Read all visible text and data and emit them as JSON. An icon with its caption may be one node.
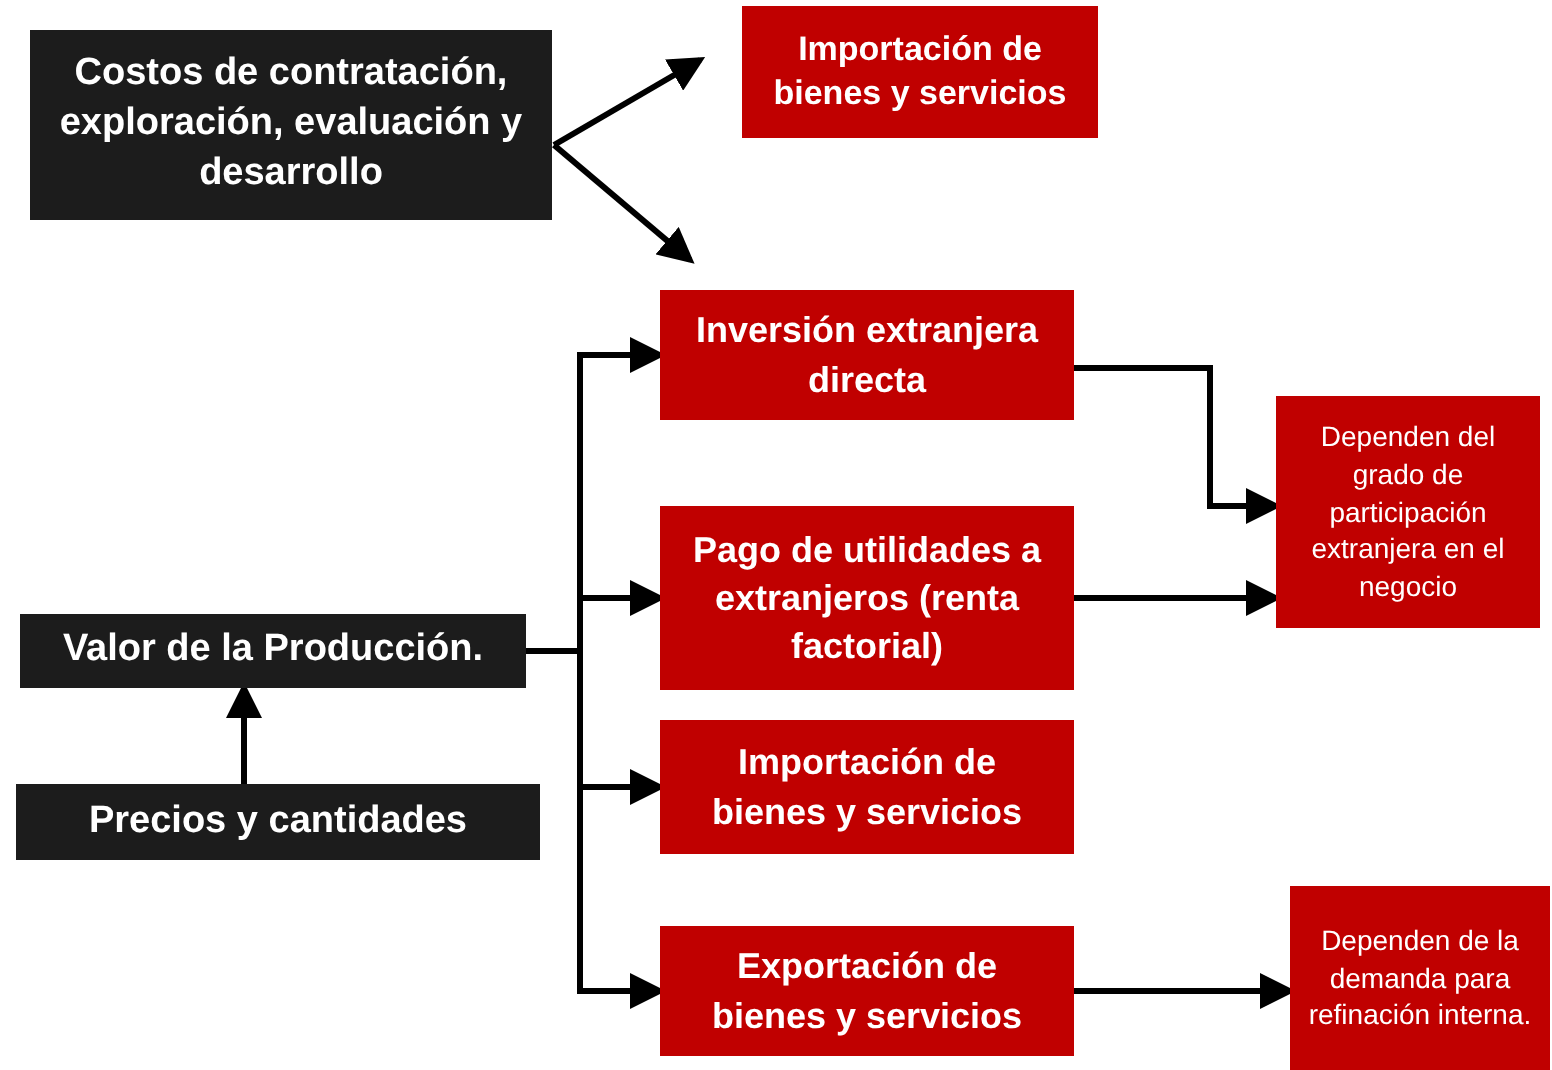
{
  "diagram": {
    "nodes": [
      {
        "text": [
          "Costos de contratación, exploración, evaluación y desarrollo"
        ]
      },
      {
        "text": [
          "Importación de bienes y servicios"
        ]
      },
      {
        "text": [
          "Inversión extranjera directa"
        ]
      },
      {
        "text": [
          "Pago de utilidades a extranjeros (renta factorial)"
        ]
      },
      {
        "text": [
          "Importación de bienes y servicios"
        ]
      },
      {
        "text": [
          "Exportación de bienes y servicios"
        ]
      },
      {
        "text": [
          "Dependen del grado de participación extranjera en el negocio"
        ]
      },
      {
        "text": [
          "Dependen de la demanda para refinación interna."
        ]
      },
      {
        "text": [
          "Valor de la Producción."
        ]
      },
      {
        "text": [
          "Precios y cantidades"
        ]
      }
    ],
    "edges": [
      {
        "from": 0,
        "to": 1,
        "arrow": "to"
      },
      {
        "from": 0,
        "to": 2,
        "arrow": "to"
      },
      {
        "from": 8,
        "to": 2,
        "arrow": "to"
      },
      {
        "from": 8,
        "to": 3,
        "arrow": "to"
      },
      {
        "from": 8,
        "to": 4,
        "arrow": "to"
      },
      {
        "from": 8,
        "to": 5,
        "arrow": "to"
      },
      {
        "from": 9,
        "to": 8,
        "arrow": "to"
      },
      {
        "from": 2,
        "to": 6,
        "arrow": "to"
      },
      {
        "from": 3,
        "to": 6,
        "arrow": "to"
      },
      {
        "from": 5,
        "to": 7,
        "arrow": "to"
      }
    ]
  }
}
